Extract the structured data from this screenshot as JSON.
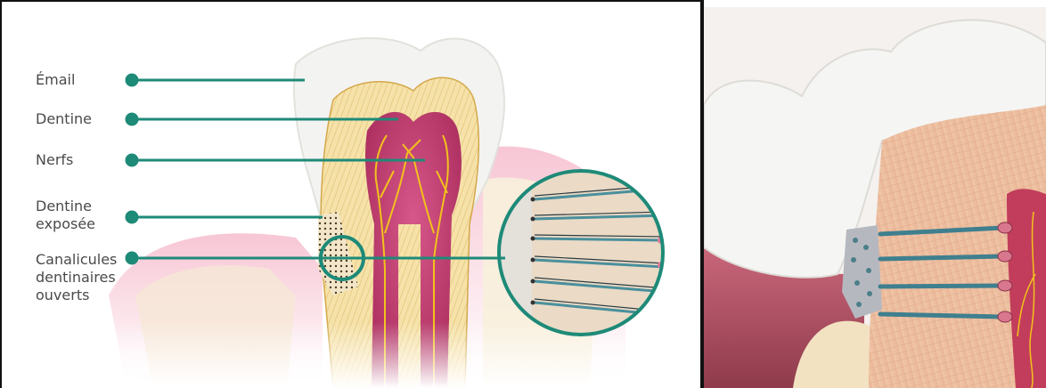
{
  "left_diagram": {
    "labels": [
      {
        "id": "email",
        "text": "Émail"
      },
      {
        "id": "dentine",
        "text": "Dentine"
      },
      {
        "id": "nerfs",
        "text": "Nerfs"
      },
      {
        "id": "dentine_exposee",
        "text": "Dentine\nexposée"
      },
      {
        "id": "canalicules",
        "text": "Canalicules\ndentinaires\nouverts"
      }
    ],
    "leader_color": "#1e8a78"
  },
  "colors": {
    "enamel": "#f3f3f1",
    "dentine": "#f6e2a8",
    "pulp": "#c0396a",
    "nerve": "#f2c21c",
    "gum": "#f2b9cb",
    "bone": "#f8efdc"
  }
}
